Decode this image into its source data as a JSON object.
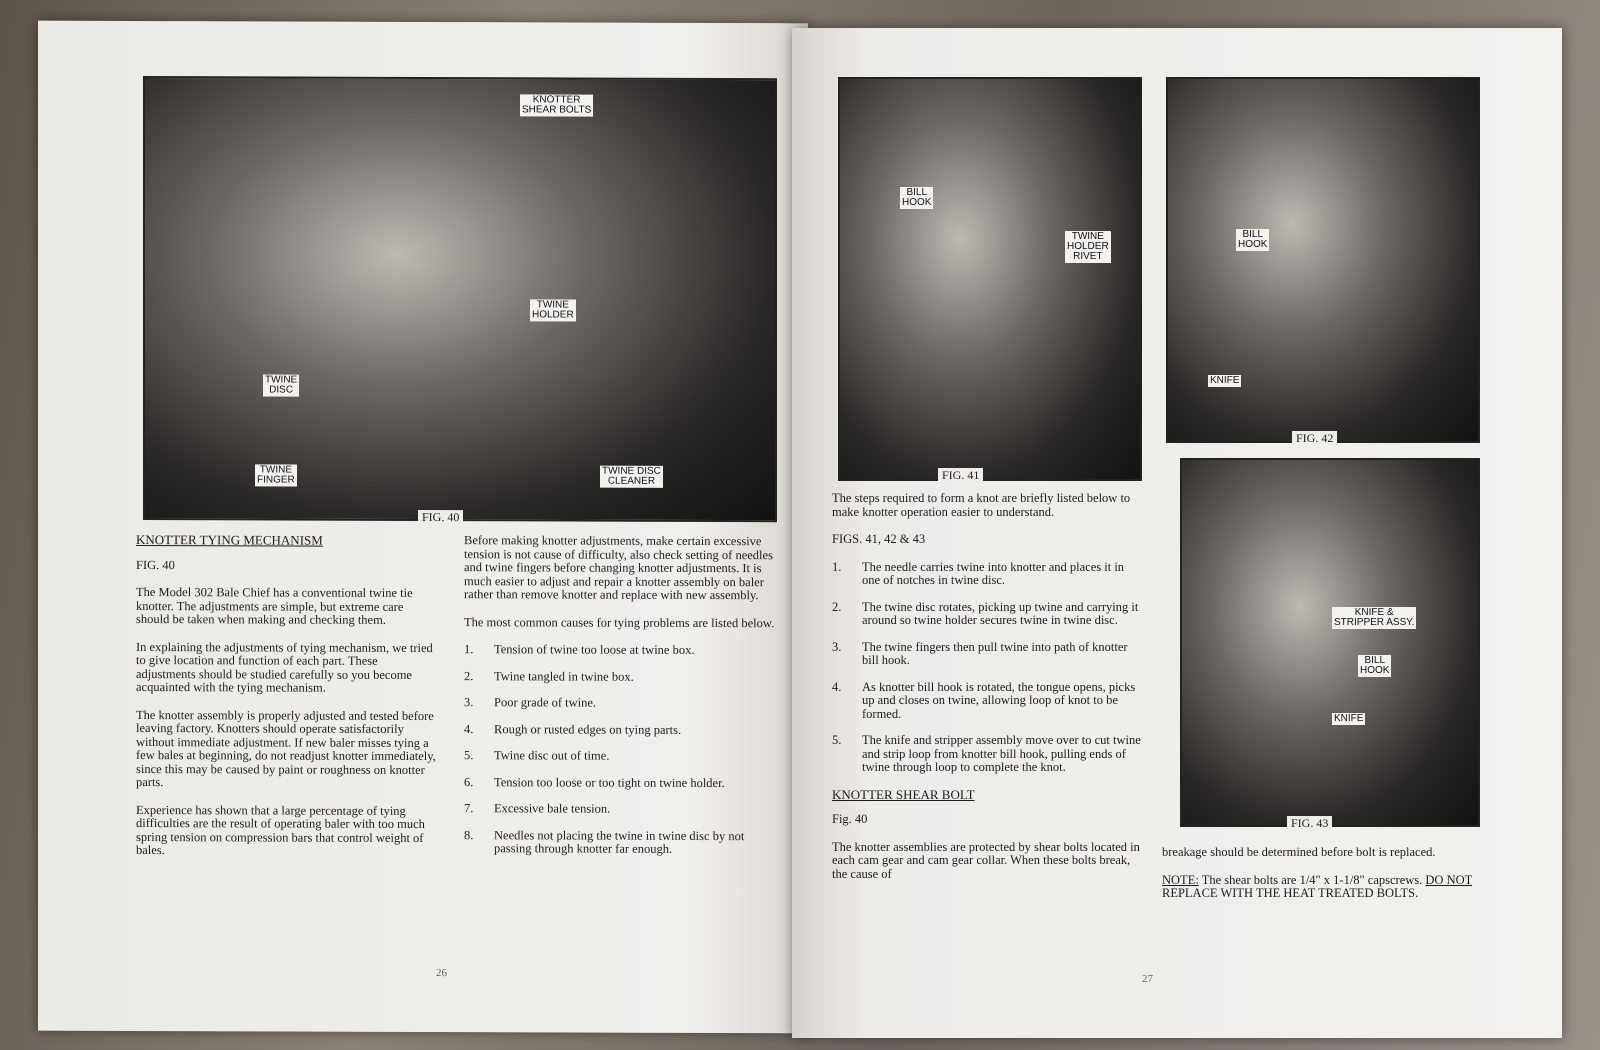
{
  "left_page": {
    "figure": {
      "caption": "FIG. 40",
      "labels": [
        "KNOTTER\nSHEAR BOLTS",
        "TWINE\nHOLDER",
        "TWINE\nDISC",
        "TWINE\nFINGER",
        "TWINE DISC\nCLEANER"
      ]
    },
    "heading": "KNOTTER TYING MECHANISM",
    "fig_ref": "FIG. 40",
    "col1": [
      "The Model 302 Bale Chief has a conventional twine tie knotter. The adjustments are simple, but extreme care should be taken when making and checking them.",
      "In explaining the adjustments of tying mechanism, we tried to give location and function of each part. These adjustments should be studied carefully so you become acquainted with the tying mechanism.",
      "The knotter assembly is properly adjusted and tested before leaving factory. Knotters should operate satisfactorily without immediate adjustment. If new baler misses tying a few bales at beginning, do not readjust knotter immediately, since this may be caused by paint or roughness on knotter parts.",
      "Experience has shown that a large percentage of tying difficulties are the result of operating baler with too much spring tension on compression bars that control weight of bales."
    ],
    "col2_intro": "Before making knotter adjustments, make certain excessive tension is not cause of difficulty, also check setting of needles and twine fingers before changing knotter adjustments. It is much easier to adjust and repair a knotter assembly on baler rather than remove knotter and replace with new assembly.",
    "col2_lead": "The most common causes for tying problems are listed below.",
    "causes": [
      {
        "n": "1.",
        "t": "Tension of twine too loose at twine box."
      },
      {
        "n": "2.",
        "t": "Twine tangled in twine box."
      },
      {
        "n": "3.",
        "t": "Poor grade of twine."
      },
      {
        "n": "4.",
        "t": "Rough or rusted edges on tying parts."
      },
      {
        "n": "5.",
        "t": "Twine disc out of time."
      },
      {
        "n": "6.",
        "t": "Tension too loose or too tight on twine holder."
      },
      {
        "n": "7.",
        "t": "Excessive bale tension."
      },
      {
        "n": "8.",
        "t": "Needles not placing the twine in twine disc by not passing through knotter far enough."
      }
    ],
    "page_number": "26"
  },
  "right_page": {
    "fig41": {
      "caption": "FIG. 41",
      "labels": [
        "BILL\nHOOK",
        "TWINE\nHOLDER\nRIVET"
      ]
    },
    "fig42": {
      "caption": "FIG. 42",
      "labels": [
        "BILL\nHOOK",
        "KNIFE"
      ]
    },
    "fig43": {
      "caption": "FIG. 43",
      "labels": [
        "KNIFE &\nSTRIPPER ASSY.",
        "BILL\nHOOK",
        "KNIFE"
      ]
    },
    "intro": "The steps required to form a knot are briefly listed below to make knotter operation easier to understand.",
    "fig_ref": "FIGS. 41, 42 & 43",
    "steps": [
      {
        "n": "1.",
        "t": "The needle carries twine into knotter and places it in one of notches in twine disc."
      },
      {
        "n": "2.",
        "t": "The twine disc rotates, picking up twine and carrying it around so twine holder secures twine in twine disc."
      },
      {
        "n": "3.",
        "t": "The twine fingers then pull twine into path of knotter bill hook."
      },
      {
        "n": "4.",
        "t": "As knotter bill hook is rotated, the tongue opens, picks up and closes on twine, allowing loop of knot to be formed."
      },
      {
        "n": "5.",
        "t": "The knife and stripper assembly move over to cut twine and strip loop from knotter bill hook, pulling ends of twine through loop to complete the knot."
      }
    ],
    "heading": "KNOTTER SHEAR BOLT",
    "fig_ref2": "Fig. 40",
    "shear_text": "The knotter assemblies are protected by shear bolts located in each cam gear and cam gear collar. When these bolts break, the cause of",
    "shear_cont": "breakage should be determined before bolt is replaced.",
    "note_label": "NOTE:",
    "note_text": " The shear bolts are 1/4\" x 1-1/8\" capscrews. ",
    "note_do_not": "DO NOT",
    "note_rest": " REPLACE WITH THE HEAT TREATED BOLTS.",
    "page_number": "27"
  }
}
